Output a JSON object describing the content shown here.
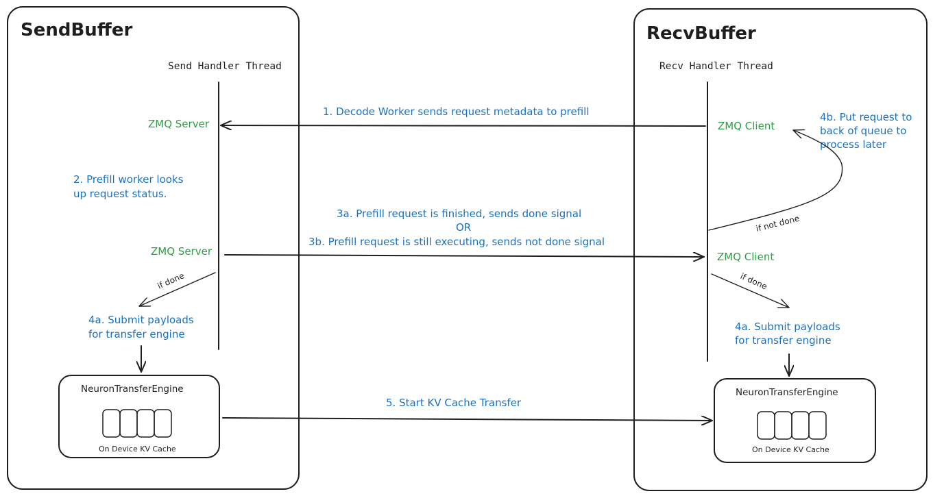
{
  "send_panel": {
    "title": "SendBuffer",
    "thread_title": "Send Handler Thread",
    "zmq_server_top": "ZMQ Server",
    "zmq_server_mid": "ZMQ Server",
    "if_done_label": "if done",
    "step2": [
      "2. Prefill worker looks",
      "up request status."
    ],
    "step4a": [
      "4a. Submit payloads",
      "for transfer engine"
    ],
    "engine_title": "NeuronTransferEngine",
    "cache_label": "On Device KV Cache"
  },
  "recv_panel": {
    "title": "RecvBuffer",
    "thread_title": "Recv Handler Thread",
    "zmq_client_top": "ZMQ Client",
    "zmq_client_mid": "ZMQ Client",
    "if_done_label": "if done",
    "if_not_done_label": "if not done",
    "step4b": [
      "4b. Put request to",
      "back of queue to",
      "process later"
    ],
    "step4a": [
      "4a. Submit payloads",
      "for transfer engine"
    ],
    "engine_title": "NeuronTransferEngine",
    "cache_label": "On Device KV Cache"
  },
  "messages": {
    "step1": "1. Decode Worker sends request metadata to prefill",
    "step3a": "3a. Prefill request is finished, sends done signal",
    "step3_or": "OR",
    "step3b": "3b. Prefill request is still executing, sends not done signal",
    "step5": "5. Start KV Cache Transfer"
  },
  "colors": {
    "stroke": "#1e1e1e",
    "green": "#2f9e44",
    "blue": "#1971c2"
  }
}
